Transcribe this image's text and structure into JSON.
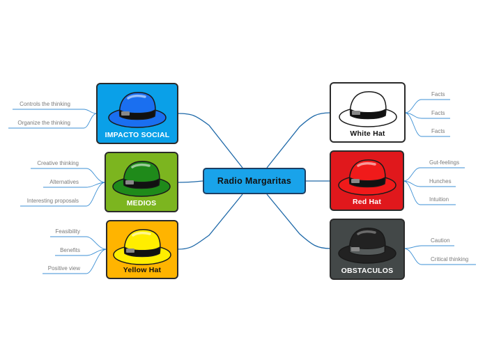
{
  "central": {
    "label": "Radio Margaritas"
  },
  "topics": {
    "impacto": {
      "label": "IMPACTO SOCIAL",
      "fill": "#0aa0e8",
      "hat": "#1a6ff0",
      "label_color": "#ffffff"
    },
    "medios": {
      "label": "MEDIOS",
      "fill": "#7cb51f",
      "hat": "#1f8a1a",
      "label_color": "#ffffff"
    },
    "yellow": {
      "label": "Yellow Hat",
      "fill": "#ffb400",
      "hat": "#ffee00",
      "label_color": "#111111"
    },
    "white": {
      "label": "White Hat",
      "fill": "#ffffff",
      "hat": "#ffffff",
      "label_color": "#111111"
    },
    "red": {
      "label": "Red Hat",
      "fill": "#e0181c",
      "hat": "#f01a1a",
      "label_color": "#ffffff"
    },
    "obstaculos": {
      "label": "OBSTACULOS",
      "fill": "#434848",
      "hat": "#222222",
      "label_color": "#ffffff"
    }
  },
  "leaves": {
    "impacto": [
      "Controls the thinking",
      "Organize the thinking"
    ],
    "medios": [
      "Creative thinking",
      "Alternatives",
      "Interesting proposals"
    ],
    "yellow": [
      "Feasibility",
      "Benefits",
      "Positive view"
    ],
    "white": [
      "Facts",
      "Facts",
      "Facts"
    ],
    "red": [
      "Gut-feelings",
      "Hunches",
      "Intuition"
    ],
    "obstaculos": [
      "Caution",
      "Critical thinking"
    ]
  },
  "colors": {
    "connector": "#1d68a8",
    "leaf_line": "#3b8fd4",
    "leaf_text": "#7a7a7a"
  }
}
